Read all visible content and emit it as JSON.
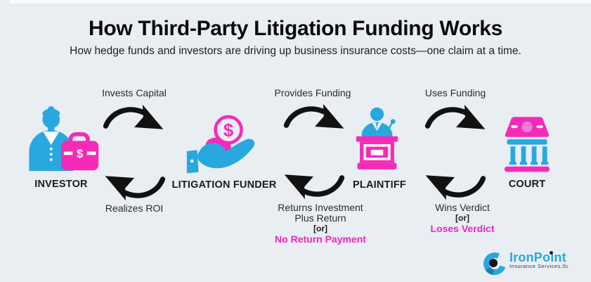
{
  "header": {
    "title": "How Third-Party Litigation Funding Works",
    "subtitle": "How hedge funds and investors are driving up business insurance costs—one claim at a time."
  },
  "entities": [
    {
      "id": "investor",
      "label": "INVESTOR"
    },
    {
      "id": "litigation-funder",
      "label": "LITIGATION FUNDER"
    },
    {
      "id": "plaintiff",
      "label": "PLAINTIFF"
    },
    {
      "id": "court",
      "label": "COURT"
    }
  ],
  "flows": [
    {
      "from": "investor",
      "to": "litigation-funder",
      "forward_label": "Invests Capital",
      "return_label": "Realizes ROI"
    },
    {
      "from": "litigation-funder",
      "to": "plaintiff",
      "forward_label": "Provides Funding",
      "return_lines": [
        "Returns Investment",
        "Plus Return"
      ],
      "or_label": "[or]",
      "alt_label": "No Return Payment"
    },
    {
      "from": "plaintiff",
      "to": "court",
      "forward_label": "Uses Funding",
      "return_label": "Wins Verdict",
      "or_label": "[or]",
      "alt_label": "Loses Verdict"
    }
  ],
  "icons": {
    "currency_symbol": "$"
  },
  "logo": {
    "name": "IronPoint",
    "tagline": "Insurance Services,llc"
  },
  "colors": {
    "background": "#E9EEF3",
    "blue": "#29A8E0",
    "magenta": "#F52BB8",
    "magenta_text": "#F322C4",
    "arrow_black": "#111111",
    "logo_blue": "#2AA7DC"
  }
}
